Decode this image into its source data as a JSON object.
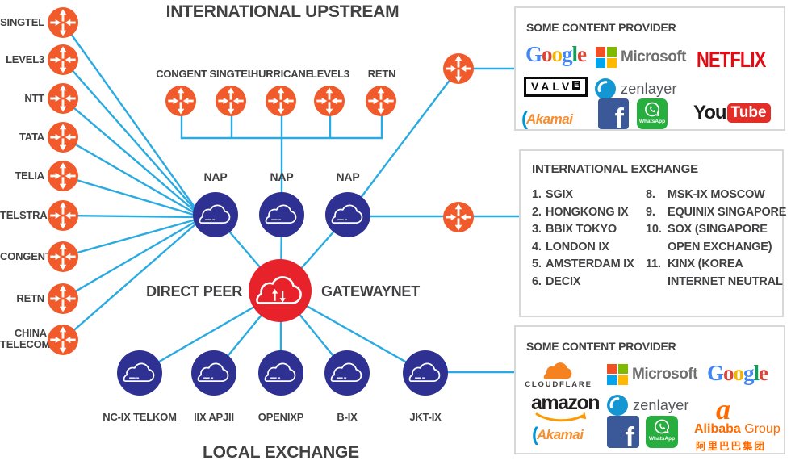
{
  "titles": {
    "top": "INTERNATIONAL UPSTREAM",
    "bottom": "LOCAL EXCHANGE",
    "direct_peer": "DIRECT PEER",
    "gateway": "GATEWAYNET"
  },
  "left_routers": [
    "SINGTEL",
    "LEVEL3",
    "NTT",
    "TATA",
    "TELIA",
    "TELSTRA",
    "CONGENT",
    "RETN",
    "CHINA TELECOM"
  ],
  "top_routers": [
    "CONGENT",
    "SINGTEL",
    "HURRICANE",
    "LEVEL3",
    "RETN"
  ],
  "naps": [
    "NAP",
    "NAP",
    "NAP"
  ],
  "local_exchanges": [
    "NC-IX TELKOM",
    "IIX APJII",
    "OPENIXP",
    "B-IX",
    "JKT-IX"
  ],
  "panel_top": {
    "title": "SOME CONTENT PROVIDER",
    "google": [
      "G",
      "o",
      "o",
      "g",
      "l",
      "e"
    ],
    "microsoft": "Microsoft",
    "netflix": "NETFLIX",
    "valve_main": "VALV",
    "valve_e": "E",
    "zenlayer": "zenlayer",
    "akamai": "Akamai",
    "facebook_f": "f",
    "whatsapp": "WhatsApp",
    "youtube_you": "You",
    "youtube_tube": "Tube"
  },
  "panel_mid": {
    "title": "INTERNATIONAL EXCHANGE",
    "left": [
      {
        "n": "1.",
        "t": "SGIX"
      },
      {
        "n": "2.",
        "t": "HONGKONG IX"
      },
      {
        "n": "3.",
        "t": "BBIX TOKYO"
      },
      {
        "n": "4.",
        "t": "LONDON IX"
      },
      {
        "n": "5.",
        "t": "AMSTERDAM IX"
      },
      {
        "n": "6.",
        "t": "DECIX"
      }
    ],
    "right": [
      {
        "n": "8.",
        "t": "MSK-IX MOSCOW"
      },
      {
        "n": "9.",
        "t": "EQUINIX SINGAPORE"
      },
      {
        "n": "10.",
        "t": "SOX (SINGAPORE"
      },
      {
        "n": "",
        "t": "OPEN EXCHANGE)"
      },
      {
        "n": "11.",
        "t": "KINX (KOREA"
      },
      {
        "n": "",
        "t": "INTERNET NEUTRAL"
      }
    ]
  },
  "panel_bottom": {
    "title": "SOME CONTENT PROVIDER",
    "cloudflare": "CLOUDFLARE",
    "microsoft": "Microsoft",
    "google": [
      "G",
      "o",
      "o",
      "g",
      "l",
      "e"
    ],
    "amazon": "amazon",
    "zenlayer": "zenlayer",
    "alibaba_name": "Alibaba",
    "alibaba_group": "Group",
    "alibaba_cn": "阿里巴巴集团",
    "akamai": "Akamai",
    "facebook_f": "f",
    "whatsapp": "WhatsApp"
  },
  "colors": {
    "line_cyan": "#29ABE2",
    "router_orange": "#F15B2B",
    "node_navy": "#2E3192",
    "gateway_red": "#E8222A",
    "label_gray": "#414042",
    "netflix_red": "#E50914",
    "youtube_red": "#E52D27",
    "facebook_blue": "#3B5998",
    "whatsapp_green": "#27AE3F",
    "amazon_orange": "#FF9900",
    "alibaba_orange": "#FF6A00",
    "cloudflare_orange": "#F6821F",
    "akamai_orange": "#F68D2E",
    "akamai_blue": "#0096D6",
    "zenlayer_blue": "#1496D3",
    "ms_red": "#F25022",
    "ms_green": "#7FBA00",
    "ms_blue": "#00A4EF",
    "ms_yellow": "#FFB900",
    "google_blue": "#4285F4",
    "google_red": "#DB4437",
    "google_yellow": "#F4B400",
    "google_green": "#0F9D58"
  }
}
